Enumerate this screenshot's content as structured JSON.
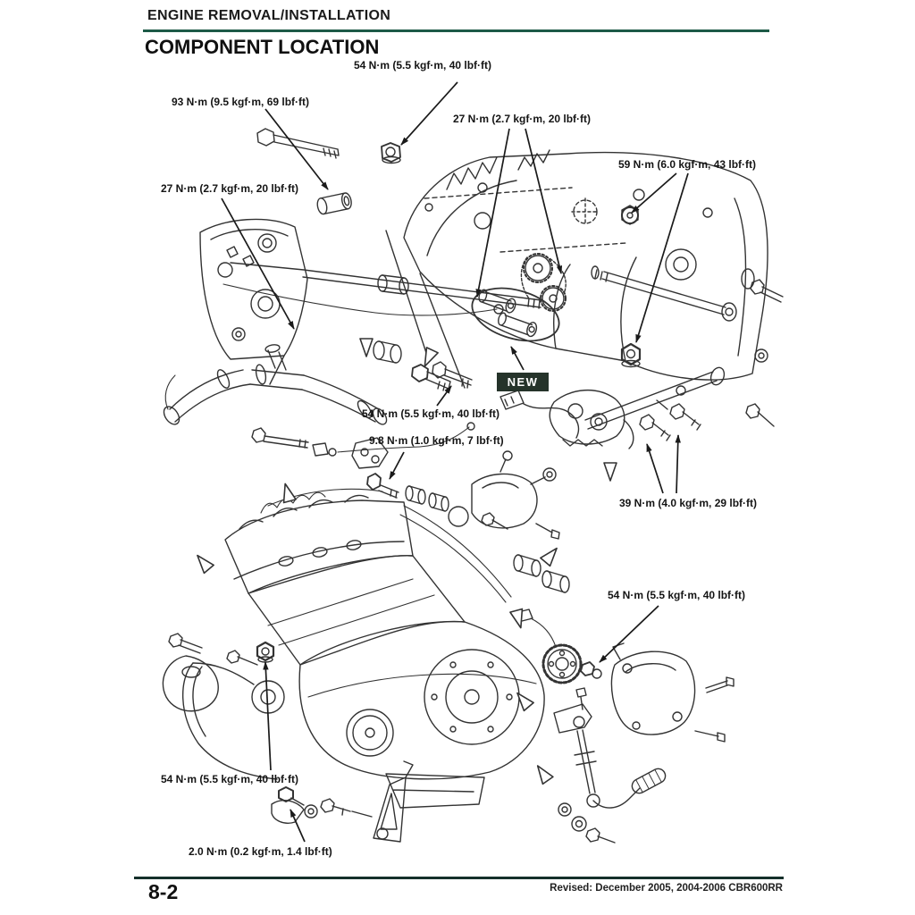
{
  "header": {
    "section_title": "ENGINE REMOVAL/INSTALLATION",
    "page_title": "COMPONENT LOCATION"
  },
  "footer": {
    "page_number": "8-2",
    "revision": "Revised: December 2005, 2004-2006 CBR600RR"
  },
  "colors": {
    "header_rule": "#1d5a47",
    "footer_rule": "#15302a",
    "new_badge_bg": "#25332a",
    "line_art": "#333333"
  },
  "diagram": {
    "new_badge": "NEW",
    "torque_labels": [
      {
        "id": "top-center-54",
        "text": "54 N·m (5.5 kgf·m, 40 lbf·ft)"
      },
      {
        "id": "upper-left-93",
        "text": "93 N·m (9.5 kgf·m, 69 lbf·ft)"
      },
      {
        "id": "upper-middle-27",
        "text": "27 N·m (2.7 kgf·m, 20 lbf·ft)"
      },
      {
        "id": "upper-right-59",
        "text": "59 N·m (6.0 kgf·m, 43 lbf·ft)"
      },
      {
        "id": "left-27",
        "text": "27 N·m (2.7 kgf·m, 20 lbf·ft)"
      },
      {
        "id": "middle-54",
        "text": "54 N·m (5.5 kgf·m, 40 lbf·ft)"
      },
      {
        "id": "middle-98",
        "text": "9.8 N·m (1.0 kgf·m, 7 lbf·ft)"
      },
      {
        "id": "right-39",
        "text": "39 N·m (4.0 kgf·m, 29 lbf·ft)"
      },
      {
        "id": "right-54",
        "text": "54 N·m (5.5 kgf·m, 40 lbf·ft)"
      },
      {
        "id": "bottom-left-54",
        "text": "54 N·m (5.5 kgf·m, 40 lbf·ft)"
      },
      {
        "id": "bottom-20",
        "text": "2.0 N·m (0.2 kgf·m, 1.4 lbf·ft)"
      }
    ]
  }
}
